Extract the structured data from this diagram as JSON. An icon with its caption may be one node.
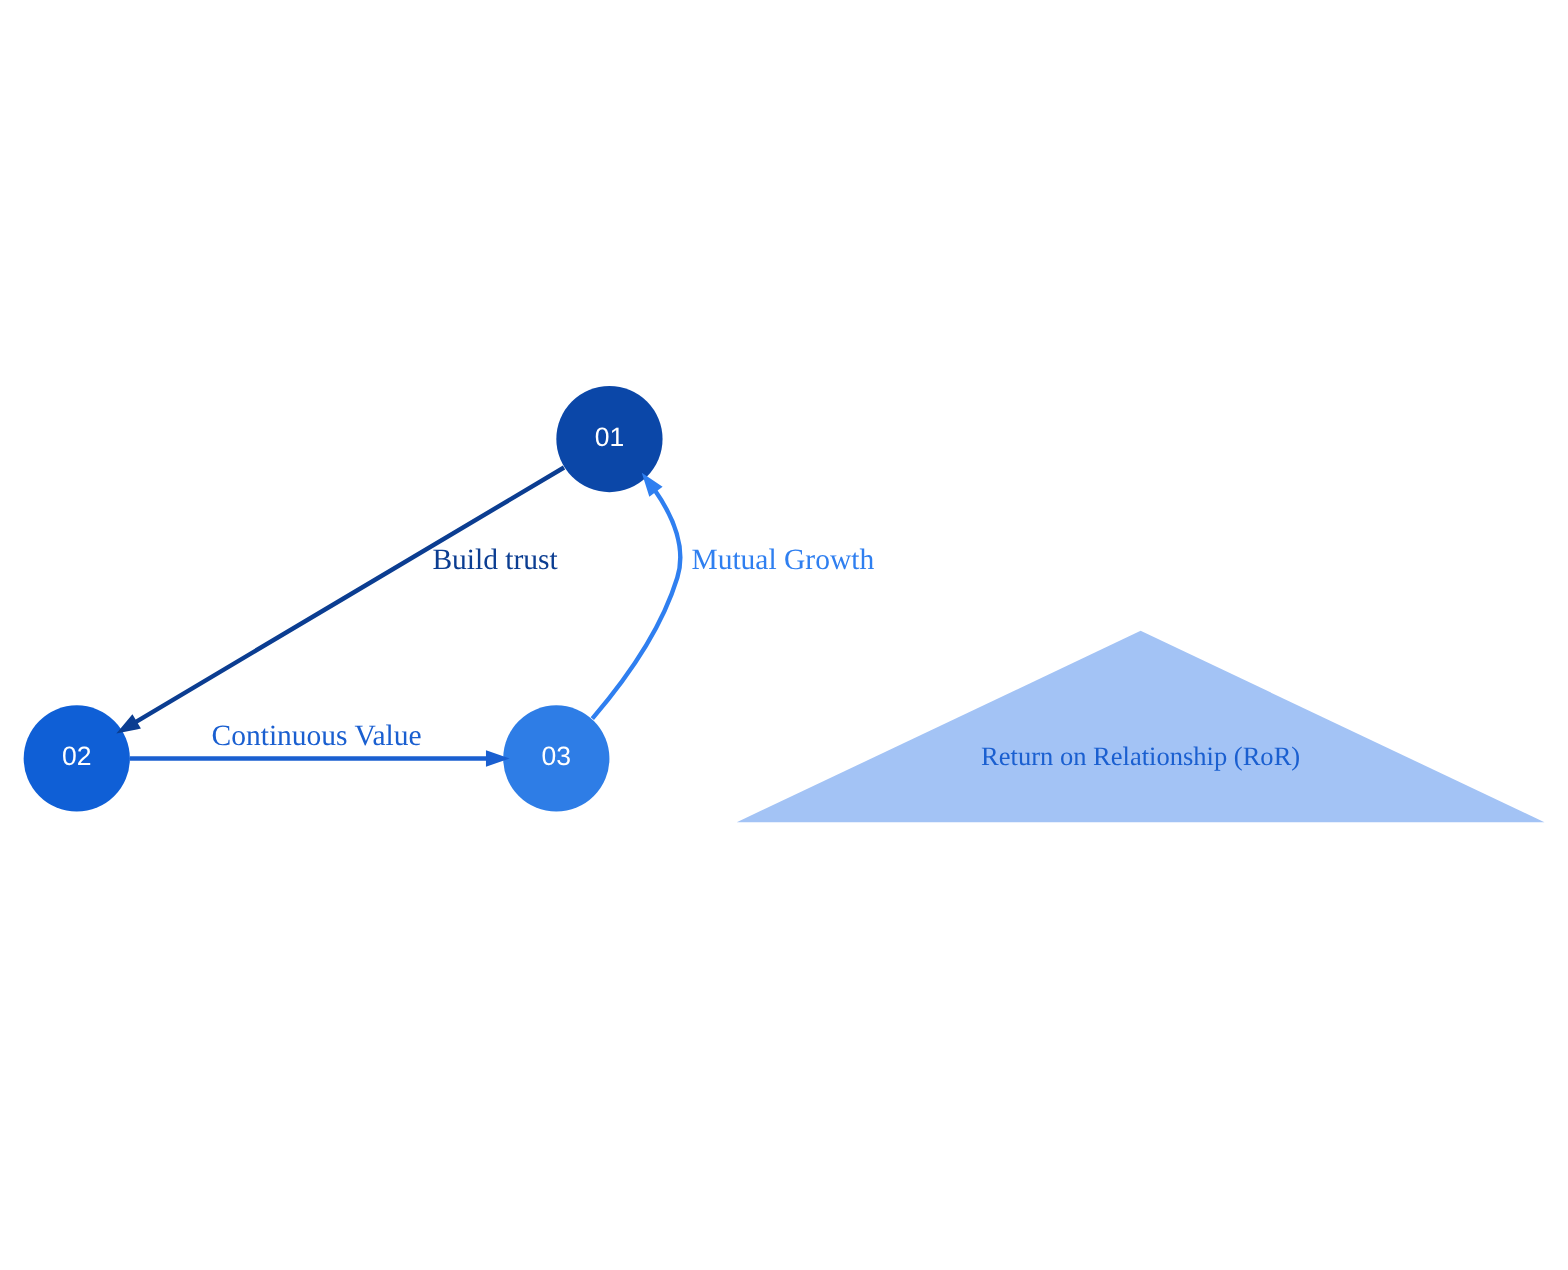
{
  "diagram": {
    "nodes": [
      {
        "text": [
          "01"
        ]
      },
      {
        "text": [
          "02"
        ]
      },
      {
        "text": [
          "03"
        ]
      },
      {
        "text": [
          "Return on Relationship (RoR)"
        ]
      }
    ],
    "edges": [
      {
        "from": 0,
        "to": 1,
        "arrow": "to",
        "label": "Build trust",
        "color": "#0b3d91"
      },
      {
        "from": 1,
        "to": 2,
        "arrow": "to",
        "label": "Continuous Value",
        "color": "#1a5fd0"
      },
      {
        "from": 2,
        "to": 0,
        "arrow": "to",
        "label": "Mutual Growth",
        "color": "#2f7ff0"
      }
    ]
  }
}
